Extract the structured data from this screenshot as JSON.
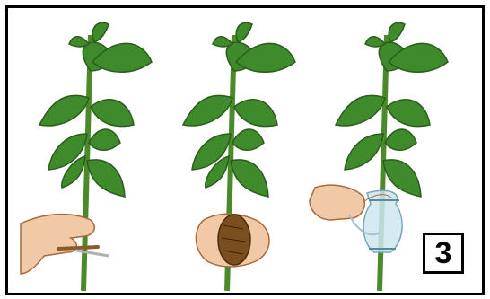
{
  "figure": {
    "step_number": "3",
    "panels": [
      {
        "scene": "cutting-stem-with-knife"
      },
      {
        "scene": "wrapping-stem-with-moss"
      },
      {
        "scene": "covering-with-plastic-and-tying"
      }
    ]
  },
  "colors": {
    "border": "#000000",
    "leaf": "#3f8a2a",
    "leaf_dark": "#2a5e1c",
    "stem": "#4a8a2a",
    "skin": "#f2c9a6",
    "skin_outline": "#a66a3a",
    "moss": "#7a4e1e",
    "plastic": "#cfe6f0"
  }
}
